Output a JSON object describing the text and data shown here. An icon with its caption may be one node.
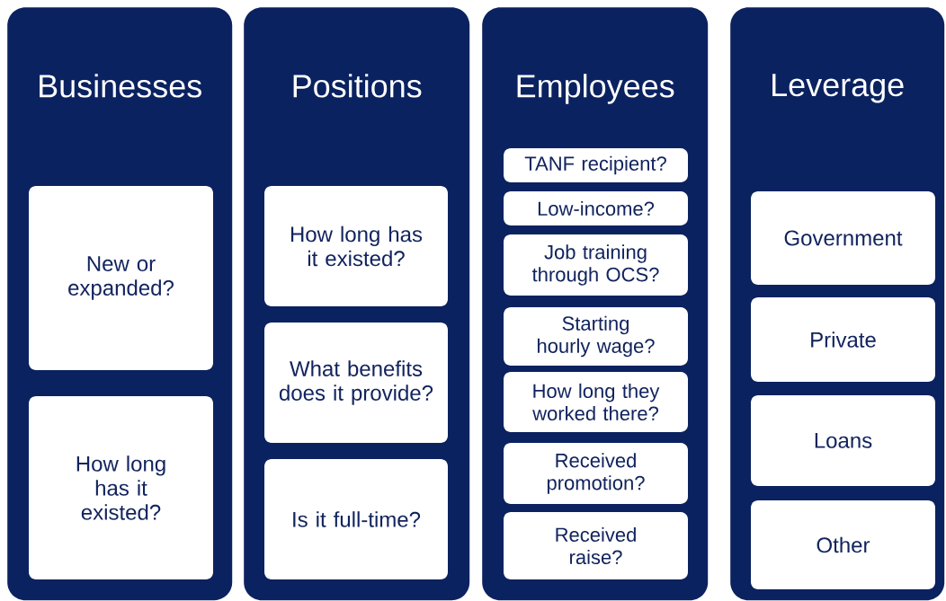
{
  "diagram": {
    "nodes": [
      {
        "text": [
          "Businesses"
        ]
      },
      {
        "text": [
          "New or expanded?"
        ],
        "in": 0
      },
      {
        "text": [
          "How long has it existed?"
        ],
        "in": 0
      },
      {
        "text": [
          "Positions"
        ]
      },
      {
        "text": [
          "How long has it existed?"
        ],
        "in": 3
      },
      {
        "text": [
          "What benefits does it provide?"
        ],
        "in": 3
      },
      {
        "text": [
          "Is it full-time?"
        ],
        "in": 3
      },
      {
        "text": [
          "Employees"
        ]
      },
      {
        "text": [
          "TANF recipient?"
        ],
        "in": 7
      },
      {
        "text": [
          "Low-income?"
        ],
        "in": 7
      },
      {
        "text": [
          "Job training through OCS?"
        ],
        "in": 7
      },
      {
        "text": [
          "Starting hourly wage?"
        ],
        "in": 7
      },
      {
        "text": [
          "How long they worked there?"
        ],
        "in": 7
      },
      {
        "text": [
          "Received promotion?"
        ],
        "in": 7
      },
      {
        "text": [
          "Received raise?"
        ],
        "in": 7
      },
      {
        "text": [
          "Leverage"
        ]
      },
      {
        "text": [
          "Government"
        ],
        "in": 15
      },
      {
        "text": [
          "Private"
        ],
        "in": 15
      },
      {
        "text": [
          "Loans"
        ],
        "in": 15
      },
      {
        "text": [
          "Other"
        ],
        "in": 15
      }
    ]
  }
}
